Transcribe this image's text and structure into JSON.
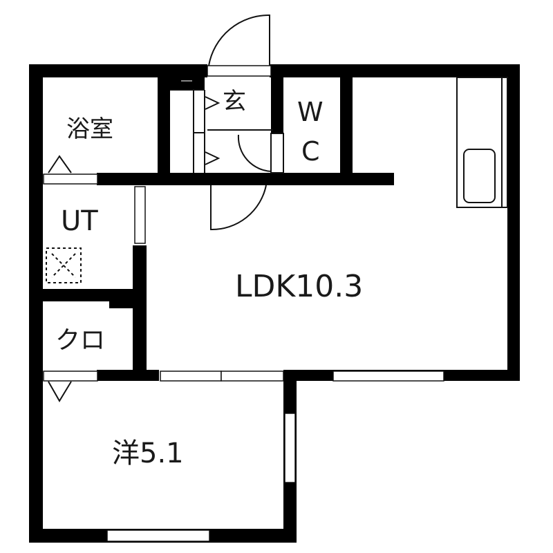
{
  "floor_plan": {
    "rooms": {
      "bath": {
        "label": "浴室"
      },
      "entrance": {
        "label": "玄"
      },
      "wc_line1": {
        "label": "W"
      },
      "wc_line2": {
        "label": "C"
      },
      "utility": {
        "label": "UT"
      },
      "closet": {
        "label": "クロ"
      },
      "ldk": {
        "label": "LDK10.3"
      },
      "western_room": {
        "label": "洋5.1"
      }
    },
    "colors": {
      "wall": "#000000",
      "background": "#ffffff",
      "line": "#111111"
    }
  }
}
